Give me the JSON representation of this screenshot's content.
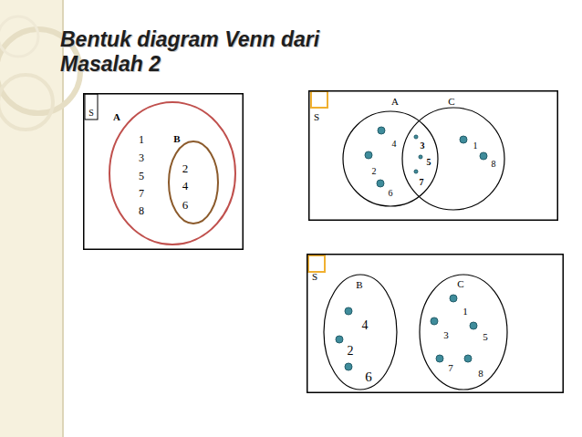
{
  "diagram": {
    "title": "Bentuk diagram Venn dari Masalah 2",
    "nodes": [
      {
        "text": [
          "S"
        ]
      },
      {
        "text": [
          "A",
          "1",
          "3",
          "5",
          "7",
          "8"
        ],
        "in": 0
      },
      {
        "text": [
          "B",
          "2",
          "4",
          "6"
        ],
        "in": 1
      },
      {
        "text": [
          "S"
        ]
      },
      {
        "text": [
          "A",
          "4",
          "2",
          "6"
        ],
        "in": 3
      },
      {
        "text": [
          "C",
          "1",
          "8"
        ],
        "in": 3
      },
      {
        "text": [
          "S"
        ]
      },
      {
        "text": [
          "B",
          "4",
          "2",
          "6"
        ],
        "in": 6
      },
      {
        "text": [
          "C",
          "1",
          "3",
          "5",
          "7",
          "8"
        ],
        "in": 6
      }
    ],
    "labels": [
      "3",
      "5",
      "7"
    ]
  }
}
